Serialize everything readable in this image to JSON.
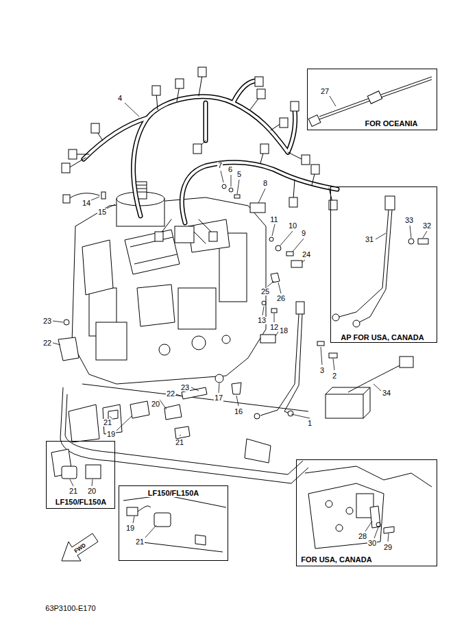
{
  "diagram": {
    "nodes": [
      {
        "text": [
          "FOR OCEANIA"
        ]
      },
      {
        "text": [
          "AP FOR USA, CANADA"
        ]
      },
      {
        "text": [
          "LF150/FL150A"
        ]
      },
      {
        "text": [
          "LF150/FL150A"
        ]
      },
      {
        "text": [
          "FOR USA, CANADA"
        ]
      }
    ],
    "labels": [
      "4",
      "7",
      "6",
      "5",
      "8",
      "14",
      "15",
      "11",
      "10",
      "9",
      "24",
      "25",
      "26",
      "13",
      "12",
      "23",
      "22",
      "18",
      "3",
      "2",
      "23",
      "22",
      "17",
      "16",
      "20",
      "19",
      "21",
      "21",
      "1",
      "34",
      "27",
      "31",
      "33",
      "32",
      "21",
      "20",
      "19",
      "21",
      "28",
      "30",
      "29",
      "FWD",
      "63P3100-E170"
    ]
  }
}
